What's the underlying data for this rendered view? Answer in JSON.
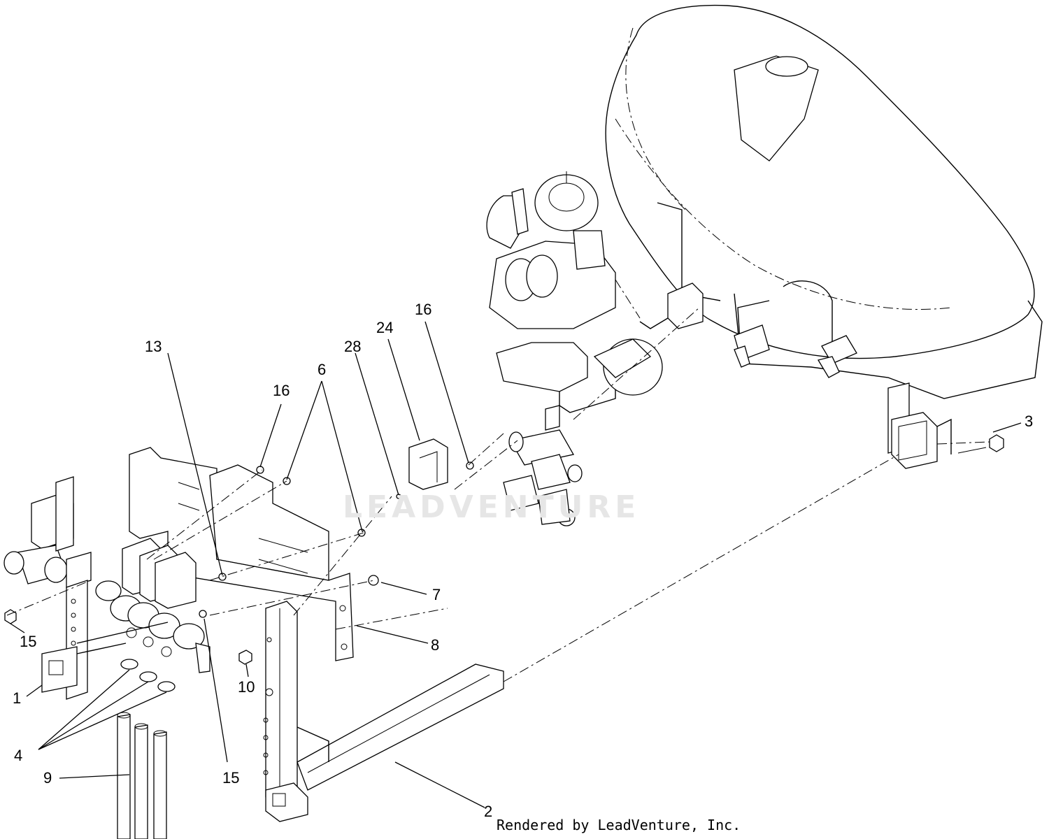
{
  "diagram": {
    "watermark": "LEADVENTURE",
    "credit": "Rendered by LeadVenture, Inc.",
    "callouts": [
      {
        "id": "c1",
        "label": "1"
      },
      {
        "id": "c2",
        "label": "2"
      },
      {
        "id": "c3",
        "label": "3"
      },
      {
        "id": "c4",
        "label": "4"
      },
      {
        "id": "c6",
        "label": "6"
      },
      {
        "id": "c7",
        "label": "7"
      },
      {
        "id": "c8",
        "label": "8"
      },
      {
        "id": "c9",
        "label": "9"
      },
      {
        "id": "c10",
        "label": "10"
      },
      {
        "id": "c13",
        "label": "13"
      },
      {
        "id": "c15a",
        "label": "15"
      },
      {
        "id": "c15b",
        "label": "15"
      },
      {
        "id": "c16a",
        "label": "16"
      },
      {
        "id": "c16b",
        "label": "16"
      },
      {
        "id": "c24",
        "label": "24"
      },
      {
        "id": "c28",
        "label": "28"
      }
    ]
  }
}
